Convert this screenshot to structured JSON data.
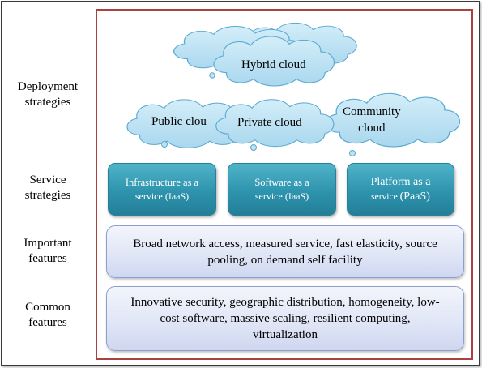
{
  "row_labels": {
    "deployment": [
      "Deployment",
      "strategies"
    ],
    "service": [
      "Service",
      "strategies"
    ],
    "important": [
      "Important",
      "features"
    ],
    "common": [
      "Common",
      "features"
    ]
  },
  "clouds": {
    "hybrid": "Hybrid cloud",
    "public": "Public clou",
    "private": "Private cloud",
    "community": [
      "Community",
      "cloud"
    ]
  },
  "services": [
    {
      "line1": "Infrastructure as a",
      "line2": "service (IaaS)"
    },
    {
      "line1": "Software as a",
      "line2": "service (IaaS)"
    },
    {
      "line1": "Platform as a",
      "line2a": "service ",
      "line2b": "(PaaS)"
    }
  ],
  "important_features": [
    "Broad network access, measured service, fast elasticity, source",
    "pooling, on demand self facility"
  ],
  "common_features": [
    "Innovative security, geographic distribution, homogeneity, low-",
    "cost software, massive scaling, resilient computing,",
    "virtualization"
  ],
  "colors": {
    "frame": "#a8413f",
    "cloud_fill": "#bfe3f3",
    "cloud_stroke": "#5aa8cf",
    "service_fill": "#2e93ad",
    "feature_fill": "#dfe5f6"
  }
}
